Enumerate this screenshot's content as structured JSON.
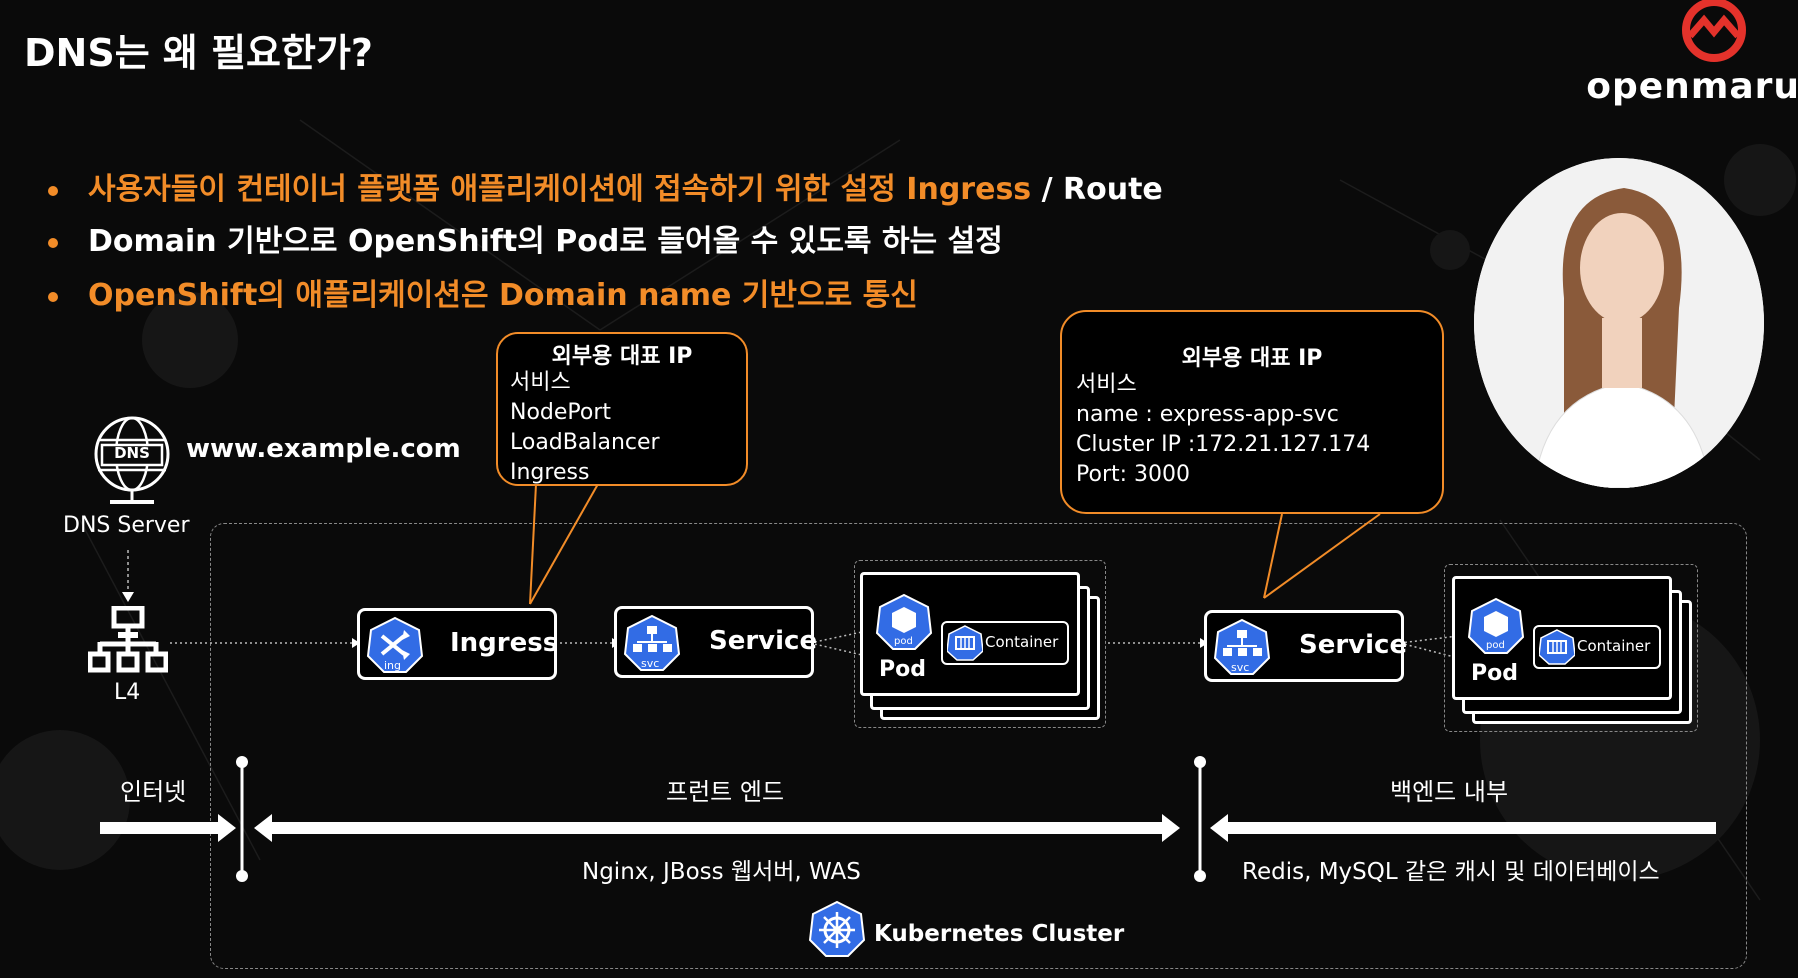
{
  "slide": {
    "title": "DNS는 왜 필요한가?",
    "bullets": [
      {
        "orange": "사용자들이 컨테이너 플랫폼 애플리케이션에 접속하기 위한 설정 Ingress",
        "white": " / Route"
      },
      {
        "orange": "",
        "white": "Domain 기반으로 OpenShift의 Pod로 들어올 수 있도록 하는 설정"
      },
      {
        "orange": "OpenShift의 애플리케이션은 Domain name 기반으로 통신",
        "white": ""
      }
    ]
  },
  "logo": {
    "text": "openmaru"
  },
  "dns": {
    "icon_label": "DNS",
    "label": "DNS Server",
    "domain": "www.example.com"
  },
  "l4": {
    "label": "L4"
  },
  "callout_left": {
    "title": "외부용 대표 IP",
    "lines": [
      "서비스",
      "NodePort",
      "LoadBalancer",
      "Ingress"
    ]
  },
  "callout_right": {
    "title": "외부용 대표 IP",
    "lines": [
      "서비스",
      "name : express-app-svc",
      "Cluster IP :172.21.127.174",
      "Port: 3000"
    ]
  },
  "nodes": {
    "ingress": {
      "label": "Ingress",
      "badge": "ing"
    },
    "service1": {
      "label": "Service",
      "badge": "svc"
    },
    "service2": {
      "label": "Service",
      "badge": "svc"
    },
    "pod1": {
      "label": "Pod",
      "badge": "pod",
      "container": "Container"
    },
    "pod2": {
      "label": "Pod",
      "badge": "pod",
      "container": "Container"
    }
  },
  "zones": {
    "internet": "인터넷",
    "frontend": "프런트 엔드",
    "frontend_desc": "Nginx, JBoss 웹서버, WAS",
    "backend": "백엔드 내부",
    "backend_desc": "Redis, MySQL 같은 캐시 및  데이터베이스"
  },
  "cluster": {
    "label": "Kubernetes Cluster"
  },
  "colors": {
    "accent": "#f28c28",
    "k8s_blue": "#326ce5",
    "logo_red": "#e4322b",
    "background": "#0a0a0a"
  }
}
